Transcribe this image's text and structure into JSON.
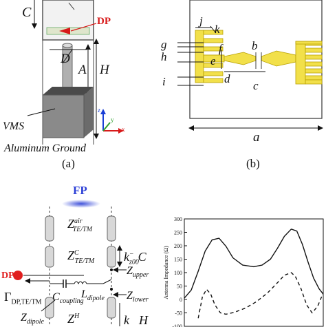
{
  "panel_a": {
    "caption": "(a)",
    "labels": {
      "C": "C",
      "DP": "DP",
      "D": "D",
      "A": "A",
      "H": "H",
      "VMS": "VMS",
      "ground": "Aluminum Ground"
    },
    "axes": {
      "z": "z",
      "y": "y",
      "x": "x"
    },
    "colors": {
      "dp": "#d81a1a",
      "cube_front": "#8a8a8a",
      "cube_top": "#4a4a4a"
    }
  },
  "panel_b": {
    "caption": "(b)",
    "labels": {
      "j": "j",
      "k": "k",
      "g": "g",
      "h": "h",
      "e": "e",
      "f": "f",
      "b": "b",
      "i": "i",
      "d": "d",
      "c": "c",
      "a": "a"
    },
    "colors": {
      "metal": "#f2e04a",
      "metal_edge": "#b8a000"
    }
  },
  "panel_c": {
    "labels": {
      "FP": "FP",
      "DP": "DP",
      "Z_air": "Z",
      "Z_air_sup": "air",
      "Z_air_sub": "TE/TM",
      "Z_C": "Z",
      "Z_C_sup": "C",
      "Z_C_sub": "TE/TM",
      "k_z00": "k",
      "k_z00_sub": "z00",
      "k_z00_sup": "−",
      "k_z00_C": "C",
      "Z_upper": "Z",
      "Z_upper_sub": "upper",
      "Gamma": "Γ",
      "Gamma_sub": "DP,TE/TM",
      "C_coupling": "C",
      "C_coupling_sub": "coupling",
      "L_dipole": "L",
      "L_dipole_sub": "dipole",
      "Z_lower": "Z",
      "Z_lower_sub": "lower",
      "Z_dipole": "Z",
      "Z_dipole_sub": "dipole",
      "Z_H": "Z",
      "Z_H_sup": "H",
      "k_bottom": "k",
      "H_bottom": "H"
    },
    "colors": {
      "fp": "#2b3fd6",
      "dp": "#e01e1e"
    }
  },
  "chart_data": {
    "type": "line",
    "title": "",
    "xlabel": "",
    "ylabel": "Antenna Impedance (Ω)",
    "ylim": [
      -100,
      300
    ],
    "yticks": [
      "300",
      "250",
      "200",
      "150",
      "100",
      "50",
      "0",
      "-50",
      "-100"
    ],
    "xlim": [
      0,
      1
    ],
    "grid": false,
    "series": [
      {
        "style": "solid",
        "x": [
          0.0,
          0.05,
          0.1,
          0.15,
          0.2,
          0.25,
          0.3,
          0.35,
          0.42,
          0.5,
          0.56,
          0.62,
          0.67,
          0.72,
          0.77,
          0.81,
          0.85,
          0.89,
          0.93,
          0.97,
          1.0
        ],
        "values": [
          5,
          35,
          105,
          180,
          222,
          228,
          198,
          155,
          128,
          122,
          128,
          150,
          190,
          235,
          262,
          255,
          205,
          140,
          80,
          40,
          20
        ]
      },
      {
        "style": "dashed",
        "x": [
          0.1,
          0.13,
          0.16,
          0.19,
          0.22,
          0.26,
          0.3,
          0.36,
          0.44,
          0.52,
          0.6,
          0.67,
          0.72,
          0.77,
          0.8,
          0.84,
          0.88,
          0.92,
          0.96,
          1.0
        ],
        "values": [
          -70,
          10,
          38,
          20,
          -20,
          -50,
          -55,
          -48,
          -32,
          -8,
          25,
          62,
          90,
          100,
          85,
          40,
          -20,
          -50,
          -25,
          25
        ]
      }
    ]
  }
}
